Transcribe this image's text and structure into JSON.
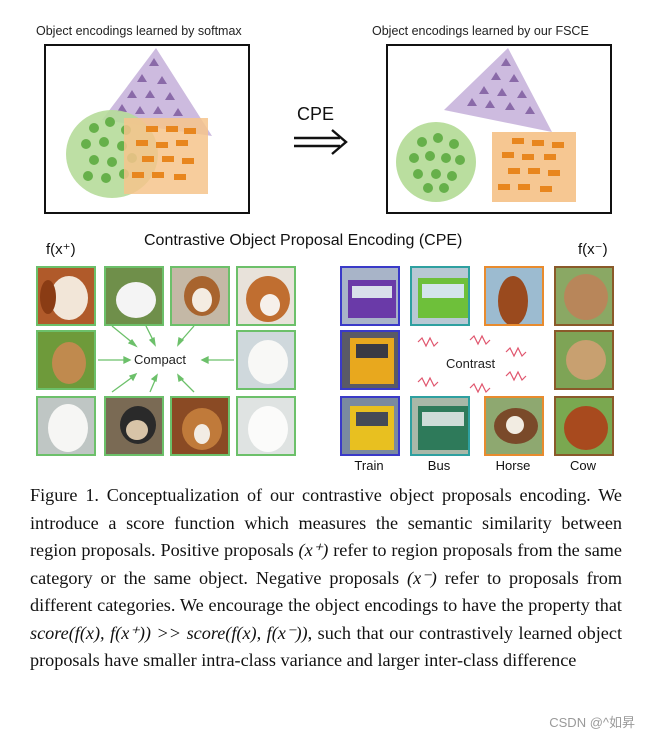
{
  "top_panels": {
    "left_title": "Object encodings learned by softmax",
    "right_title": "Object encodings learned by our FSCE",
    "arrow_label": "CPE"
  },
  "cpe_section": {
    "title": "Contrastive Object Proposal Encoding (CPE)",
    "positive_label": "f(x⁺)",
    "negative_label": "f(x⁻)",
    "compact_label": "Compact",
    "contrast_label": "Contrast",
    "categories": [
      "Train",
      "Bus",
      "Horse",
      "Cow"
    ]
  },
  "caption": {
    "part1": "Figure 1. Conceptualization of our contrastive object proposals encoding. We introduce a score function which measures the semantic similarity between region proposals. Positive proposals ",
    "math1": "(x⁺)",
    "part2": " refer to region proposals from the same category or the same object. Negative proposals ",
    "math2": "(x⁻)",
    "part3": " refer to proposals from different categories. We encourage the object encodings to have the property that ",
    "math3": "score(f(x), f(x⁺)) >> score(f(x), f(x⁻))",
    "part4": ", such that our contrastively learned object proposals have smaller intra-class variance and larger inter-class difference"
  },
  "watermark": "CSDN @^如昇",
  "colors": {
    "purple": "#c8b4dc",
    "green": "#b6dc9a",
    "orange": "#f6c48c",
    "positive_border": "#6cc06a"
  }
}
